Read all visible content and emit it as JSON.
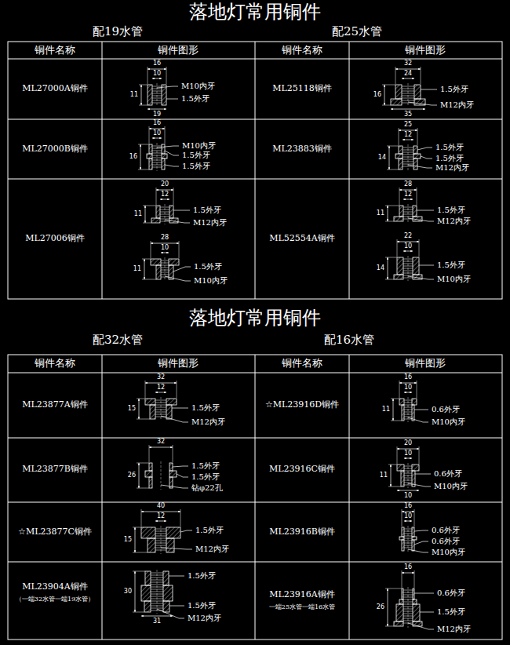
{
  "diagram": {
    "title": "落地灯常用铜件",
    "labels": [
      "落地灯常用铜件",
      "配19水管",
      "配25水管",
      "配32水管",
      "配16水管",
      "铜件名称",
      "铜件图形",
      "铜件名称",
      "铜件图形",
      "铜件名称",
      "铜件图形",
      "铜件名称",
      "铜件图形",
      "ML27000A铜件",
      "ML27000B铜件",
      "ML27006铜件",
      "ML25118铜件",
      "ML23883铜件",
      "ML52554A铜件",
      "ML23877A铜件",
      "ML23877B铜件",
      "☆ML23877C铜件",
      "ML23904A铜件",
      "（一端32水管一端19水管）",
      "☆ML23916D铜件",
      "ML23916C铜件",
      "ML23916B铜件",
      "ML23916A铜件",
      "一端25水管一端16水管",
      "16",
      "10",
      "11",
      "19",
      "M10内牙",
      "1.5外牙",
      "16",
      "10",
      "16",
      "M10内牙",
      "1.5外牙",
      "1.5外牙",
      "20",
      "12",
      "11",
      "1.5外牙",
      "M12内牙",
      "28",
      "10",
      "11",
      "1.5外牙",
      "M10内牙",
      "32",
      "24",
      "16",
      "35",
      "1.5外牙",
      "M12内牙",
      "25",
      "12",
      "14",
      "1.5外牙",
      "1.5外牙",
      "M12内牙",
      "28",
      "12",
      "11",
      "1.5外牙",
      "M12内牙",
      "22",
      "10",
      "14",
      "1.5外牙",
      "M10内牙",
      "32",
      "12",
      "15",
      "1.5外牙",
      "M12内牙",
      "32",
      "26",
      "1.5外牙",
      "1.5外牙",
      "钻φ22孔",
      "40",
      "12",
      "15",
      "1.5外牙",
      "M12内牙",
      "30",
      "31",
      "1.5外牙",
      "1.5外牙",
      "M12内牙",
      "16",
      "10",
      "11",
      "0.6外牙",
      "M10内牙",
      "20",
      "10",
      "11",
      "10",
      "0.6外牙",
      "M10内牙",
      "16",
      "10",
      "0.6外牙",
      "0.6外牙",
      "M10内牙",
      "16",
      "26",
      "0.6外牙",
      "1.5外牙",
      "M12内牙"
    ]
  }
}
